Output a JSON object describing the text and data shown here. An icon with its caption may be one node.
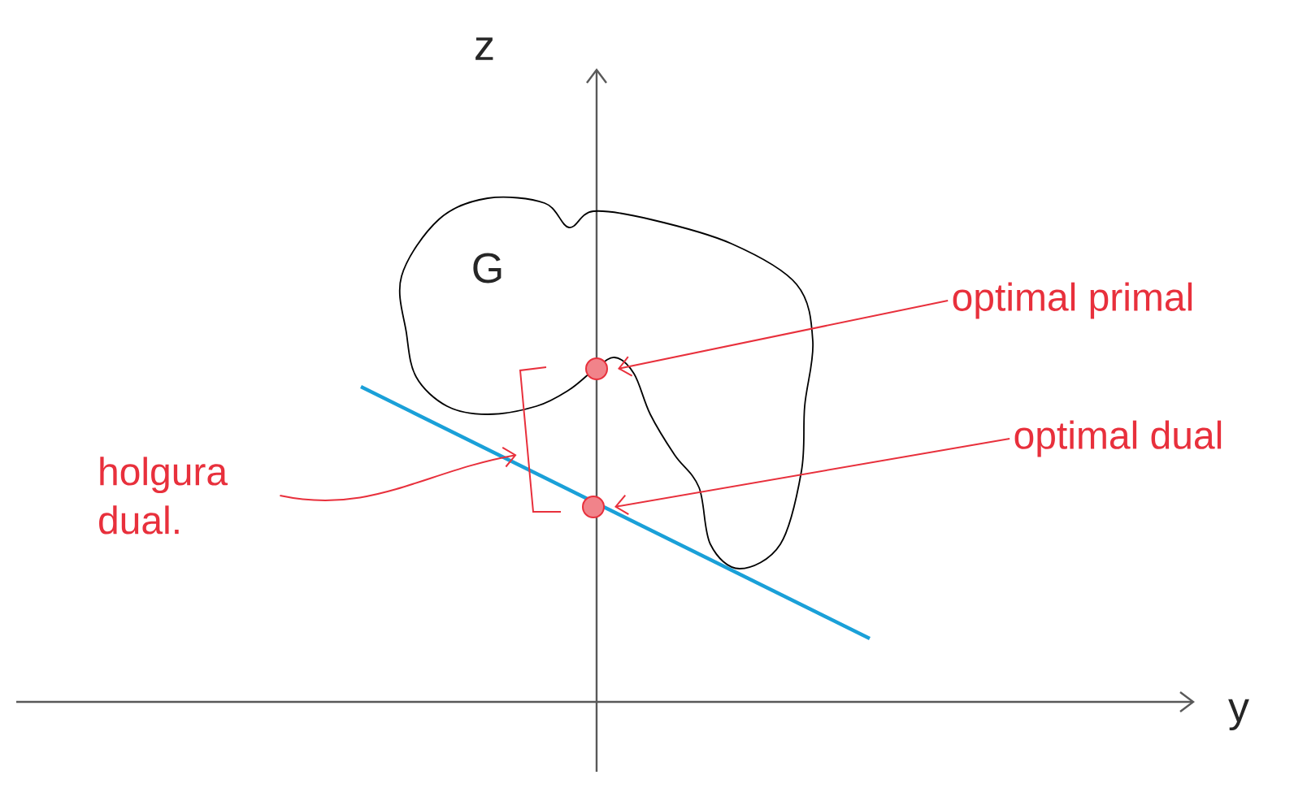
{
  "diagram": {
    "nodes": [
      {
        "text": [
          "optimal primal"
        ]
      },
      {
        "text": [],
        "shape": "circle"
      },
      {
        "text": [
          "optimal dual"
        ]
      },
      {
        "text": [],
        "shape": "circle"
      },
      {
        "text": [
          "holgura dual."
        ]
      },
      {
        "text": [],
        "shape": "bracket"
      }
    ],
    "edges": [
      {
        "from": 0,
        "to": 1,
        "arrow": "to"
      },
      {
        "from": 2,
        "to": 3,
        "arrow": "to"
      },
      {
        "from": 4,
        "to": 5,
        "arrow": "to"
      }
    ],
    "labels": [
      "z",
      "G",
      "y"
    ]
  }
}
